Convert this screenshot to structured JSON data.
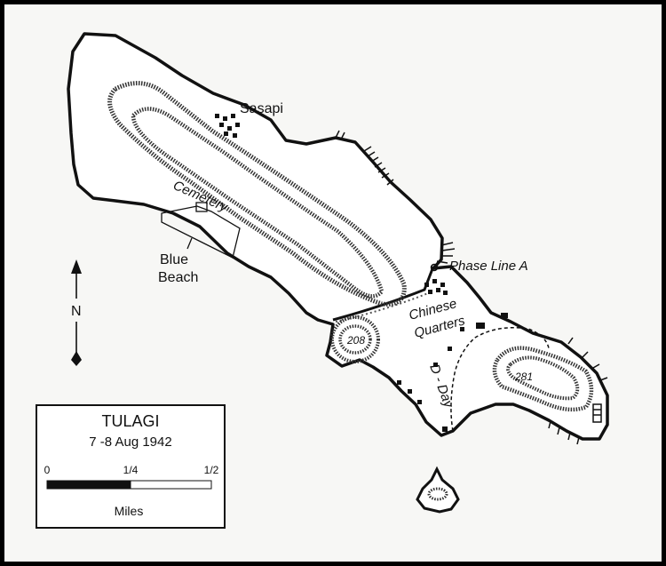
{
  "map": {
    "places": {
      "sasapi": "Sasapi",
      "cemetery": "Cemetery",
      "blue_beach": [
        "Blue",
        "Beach"
      ],
      "phase_line": "Phase Line A",
      "chinese_quarters": [
        "Chinese",
        "Quarters"
      ],
      "d_day": "D - Day"
    },
    "hills": {
      "hill_208": "208",
      "hill_281": "281"
    },
    "north": "N"
  },
  "legend": {
    "title": "TULAGI",
    "date": "7 -8 Aug 1942",
    "scale_ticks": [
      "0",
      "1/4",
      "1/2"
    ],
    "units": "Miles"
  },
  "colors": {
    "ink": "#111111",
    "paper": "#f7f7f5",
    "frame": "#000000"
  }
}
